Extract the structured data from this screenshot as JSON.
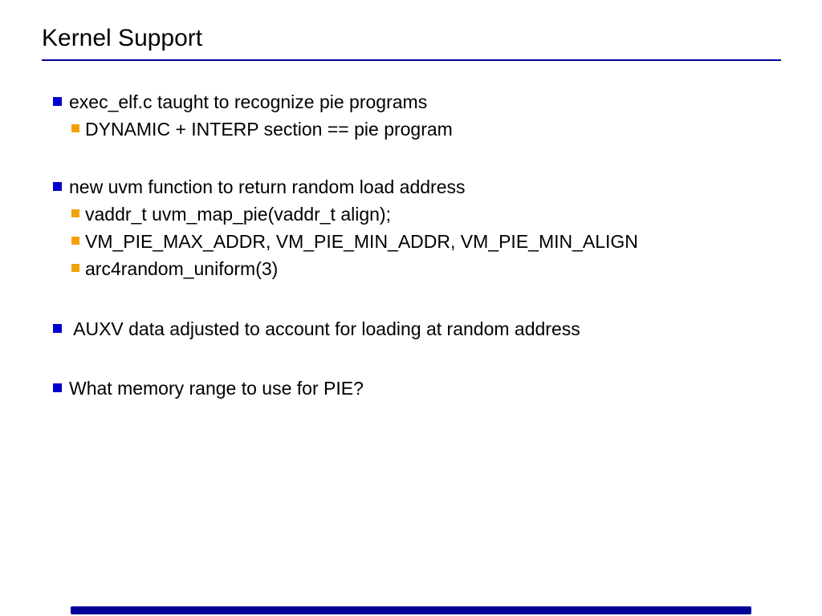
{
  "slide": {
    "title": "Kernel Support",
    "colors": {
      "background": "#ffffff",
      "text": "#000000",
      "title_rule": "#000099",
      "bullet_level1": "#0000cc",
      "bullet_level2": "#f0a202",
      "footer_bar": "#000099"
    },
    "groups": [
      {
        "items": [
          {
            "level": 1,
            "text": "exec_elf.c taught to recognize pie programs"
          },
          {
            "level": 2,
            "text": "DYNAMIC + INTERP section == pie program"
          }
        ]
      },
      {
        "items": [
          {
            "level": 1,
            "text": "new uvm function to return random load address"
          },
          {
            "level": 2,
            "text": "vaddr_t uvm_map_pie(vaddr_t align);"
          },
          {
            "level": 2,
            "text": "VM_PIE_MAX_ADDR, VM_PIE_MIN_ADDR, VM_PIE_MIN_ALIGN"
          },
          {
            "level": 2,
            "text": "arc4random_uniform(3)"
          }
        ]
      },
      {
        "items": [
          {
            "level": 1,
            "text": " AUXV data adjusted to account for loading at random address"
          }
        ]
      },
      {
        "items": [
          {
            "level": 1,
            "text": "What memory range to use for PIE?"
          }
        ]
      }
    ]
  }
}
